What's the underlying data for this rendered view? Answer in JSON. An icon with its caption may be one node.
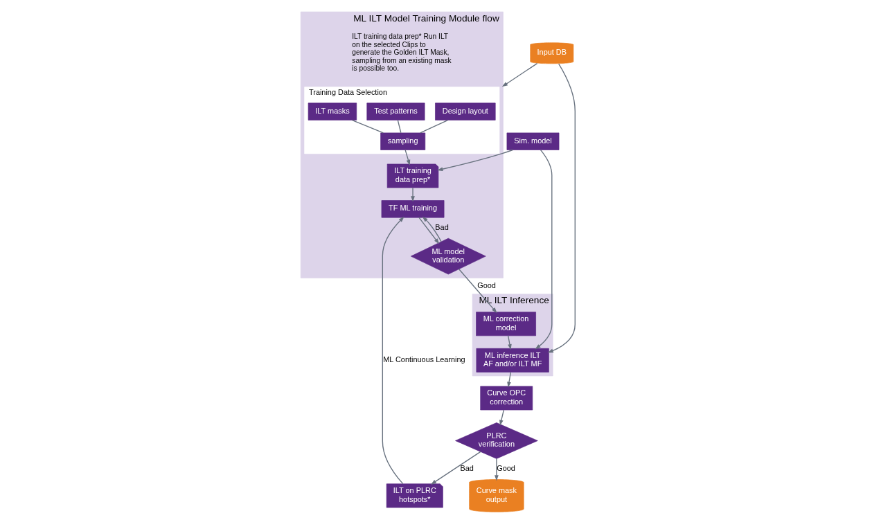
{
  "diagram": {
    "nodes": [
      {
        "text": [
          "ML ILT Model Training Module flow"
        ]
      },
      {
        "text": [
          "Training Data Selection"
        ],
        "in": 0
      },
      {
        "text": [
          "Design layout"
        ],
        "in": 1
      },
      {
        "text": [
          "Test patterns"
        ],
        "in": 1
      },
      {
        "text": [
          "ILT masks"
        ],
        "in": 1
      },
      {
        "text": [
          "sampling"
        ],
        "in": 1
      },
      {
        "text": [
          "ILT training data prep*"
        ],
        "in": 0
      },
      {
        "text": [
          "TF ML training"
        ],
        "in": 0
      },
      {
        "text": [
          "ML model validation"
        ],
        "in": 0
      },
      {
        "text": [
          "ML ILT Inference"
        ]
      },
      {
        "text": [
          "ML correction model"
        ],
        "in": 9
      },
      {
        "text": [
          "ML inference ILT AF and/or ILT MF"
        ],
        "in": 9
      },
      {
        "text": [
          "Sim. model"
        ]
      },
      {
        "text": [
          "Input DB"
        ]
      },
      {
        "text": [
          "Curve OPC correction"
        ]
      },
      {
        "text": [
          "PLRC verification"
        ]
      },
      {
        "text": [
          "Curve mask output"
        ]
      },
      {
        "text": [
          "ILT on PLRC hotspots*"
        ]
      }
    ],
    "edges": [
      {
        "from": 2,
        "to": 5,
        "arrow": "none"
      },
      {
        "from": 3,
        "to": 5,
        "arrow": "none"
      },
      {
        "from": 4,
        "to": 5,
        "arrow": "none"
      },
      {
        "from": 5,
        "to": 6,
        "arrow": "to"
      },
      {
        "from": 6,
        "to": 7,
        "arrow": "to"
      },
      {
        "from": 7,
        "to": 8,
        "arrow": "to"
      },
      {
        "from": 8,
        "to": 7,
        "arrow": "to",
        "label": "Bad"
      },
      {
        "from": 8,
        "to": 10,
        "arrow": "to",
        "label": "Good"
      },
      {
        "from": 10,
        "to": 11,
        "arrow": "to"
      },
      {
        "from": 12,
        "to": 6,
        "arrow": "to"
      },
      {
        "from": 12,
        "to": 11,
        "arrow": "to"
      },
      {
        "from": 13,
        "to": 0,
        "arrow": "to"
      },
      {
        "from": 13,
        "to": 11,
        "arrow": "to"
      },
      {
        "from": 11,
        "to": 14,
        "arrow": "to"
      },
      {
        "from": 14,
        "to": 15,
        "arrow": "to"
      },
      {
        "from": 15,
        "to": 16,
        "arrow": "to",
        "label": "Good"
      },
      {
        "from": 15,
        "to": 17,
        "arrow": "to",
        "label": "Bad"
      },
      {
        "from": 17,
        "to": 7,
        "arrow": "to",
        "label": "ML Continuous Learning"
      }
    ],
    "labels": [
      "ILT training data prep* Run ILT on the selected Clips to generate the Golden ILT Mask, sampling from an existing mask is possible too."
    ]
  }
}
